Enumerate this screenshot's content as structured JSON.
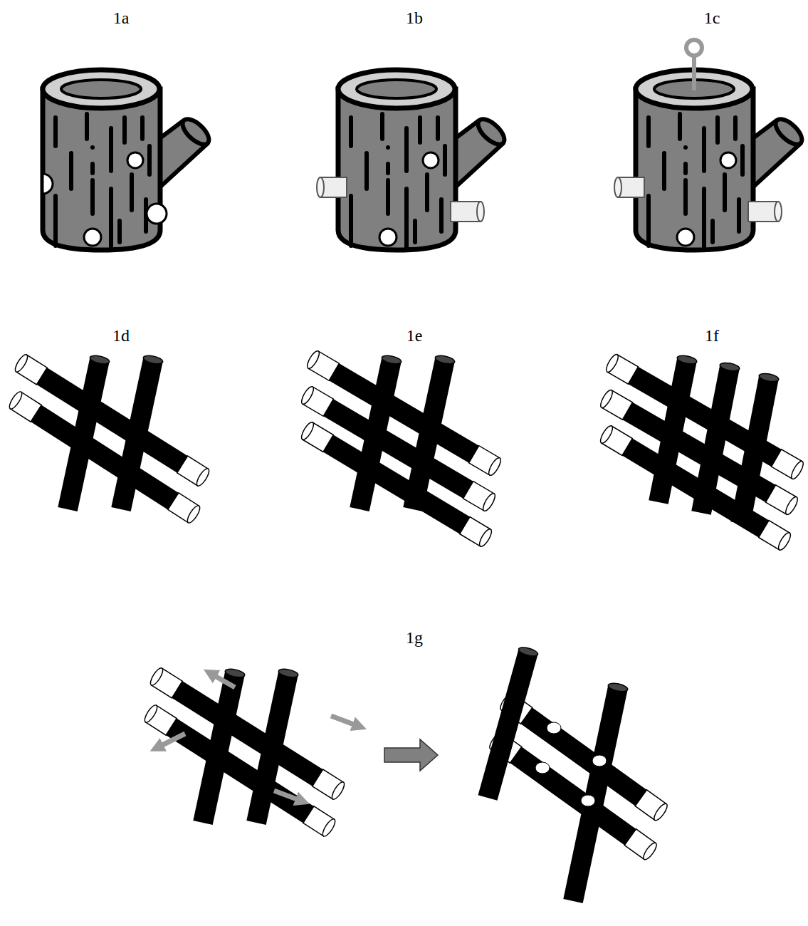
{
  "diagram": {
    "labels": [
      "1a",
      "1b",
      "1c",
      "1d",
      "1e",
      "1f",
      "1g"
    ]
  }
}
